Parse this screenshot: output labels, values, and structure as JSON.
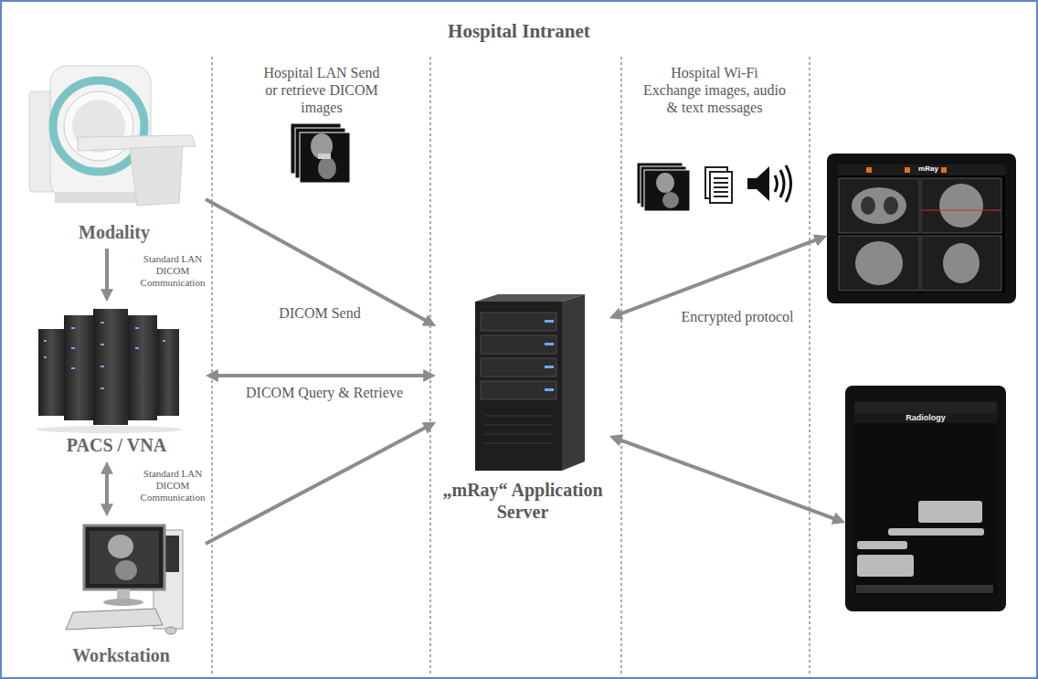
{
  "diagram": {
    "nodes": [
      {
        "text": [
          "Hospital Intranet"
        ]
      },
      {
        "text": [
          "Modality"
        ],
        "in": 0
      },
      {
        "text": [
          "PACS / VNA"
        ],
        "in": 0
      },
      {
        "text": [
          "Workstation"
        ],
        "in": 0
      },
      {
        "text": [
          "„mRay“ Application Server"
        ],
        "in": 0
      },
      {
        "text": [
          "mRay"
        ],
        "in": 0
      },
      {
        "text": [
          "Radiology"
        ],
        "in": 0
      }
    ],
    "edges": [
      {
        "from": 1,
        "to": 2,
        "label": "Standard LAN DICOM Communication",
        "arrow": "to"
      },
      {
        "from": 2,
        "to": 3,
        "label": "Standard LAN DICOM Communication",
        "arrow": "both"
      },
      {
        "from": 1,
        "to": 4,
        "label": "DICOM Send",
        "arrow": "to"
      },
      {
        "from": 2,
        "to": 4,
        "label": "DICOM Query & Retrieve",
        "arrow": "both"
      },
      {
        "from": 3,
        "to": 4,
        "arrow": "to"
      },
      {
        "from": 4,
        "to": 5,
        "label": "Encrypted protocol",
        "arrow": "both"
      },
      {
        "from": 4,
        "to": 6,
        "arrow": "both"
      }
    ],
    "labels": [
      "Hospital LAN Send or retrieve DICOM images",
      "Hospital Wi-Fi Exchange images, audio & text messages"
    ]
  }
}
